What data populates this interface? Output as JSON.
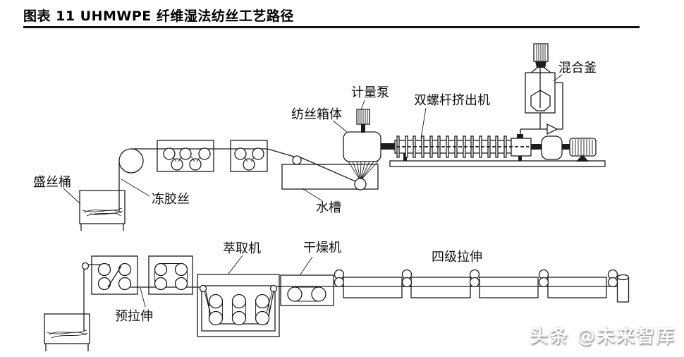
{
  "figure": {
    "title": "图表 11 UHMWPE 纤维湿法纺丝工艺路径",
    "watermark": "头条 @未来智库"
  },
  "colors": {
    "background": "#ffffff",
    "line": "#1c1c1c",
    "title_text": "#000000",
    "watermark_text": "#fdfdfd"
  },
  "diagram": {
    "type": "process-flow",
    "labels": {
      "mixing_kettle": "混合釜",
      "metering_pump": "计量泵",
      "twin_screw_extruder": "双螺杆挤出机",
      "spinning_box": "纺丝箱体",
      "water_tank": "水槽",
      "gel_fiber": "冻胶丝",
      "fiber_barrel": "盛丝桶",
      "pre_drawing": "预拉伸",
      "extraction_machine": "萃取机",
      "drying_machine": "干燥机",
      "four_stage_drawing": "四级拉伸"
    }
  }
}
